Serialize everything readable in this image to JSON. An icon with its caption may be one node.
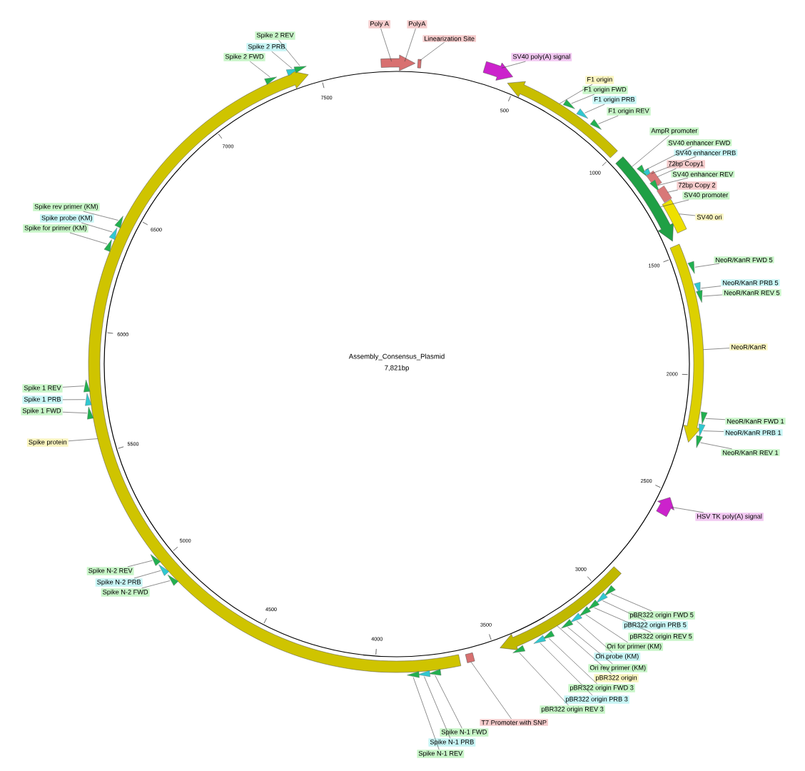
{
  "diagram": {
    "nodes": [
      {
        "text": [
          "Poly A"
        ]
      },
      {
        "text": [
          "PolyA"
        ]
      },
      {
        "text": [
          "Linearization Site"
        ]
      },
      {
        "text": [
          "SV40 poly(A) signal"
        ]
      },
      {
        "text": [
          "F1 origin"
        ]
      },
      {
        "text": [
          "F1 origin FWD"
        ]
      },
      {
        "text": [
          "F1 origin PRB"
        ]
      },
      {
        "text": [
          "F1 origin REV"
        ]
      },
      {
        "text": [
          "AmpR promoter"
        ]
      },
      {
        "text": [
          "SV40 enhancer FWD"
        ]
      },
      {
        "text": [
          "SV40 enhancer PRB"
        ]
      },
      {
        "text": [
          "72bp Copy1"
        ]
      },
      {
        "text": [
          "SV40 enhancer REV"
        ]
      },
      {
        "text": [
          "72bp Copy 2"
        ]
      },
      {
        "text": [
          "SV40 promoter"
        ]
      },
      {
        "text": [
          "SV40 ori"
        ]
      },
      {
        "text": [
          "NeoR/KanR FWD 5"
        ]
      },
      {
        "text": [
          "NeoR/KanR PRB 5"
        ]
      },
      {
        "text": [
          "NeoR/KanR REV 5"
        ]
      },
      {
        "text": [
          "NeoR/KanR"
        ]
      },
      {
        "text": [
          "NeoR/KanR FWD 1"
        ]
      },
      {
        "text": [
          "NeoR/KanR PRB 1"
        ]
      },
      {
        "text": [
          "NeoR/KanR REV 1"
        ]
      },
      {
        "text": [
          "HSV TK poly(A) signal"
        ]
      },
      {
        "text": [
          "pBR322 origin FWD 5"
        ]
      },
      {
        "text": [
          "pBR322 origin PRB 5"
        ]
      },
      {
        "text": [
          "pBR322 origin REV 5"
        ]
      },
      {
        "text": [
          "Ori for primer (KM)"
        ]
      },
      {
        "text": [
          "Ori probe (KM)"
        ]
      },
      {
        "text": [
          "Ori rev primer (KM)"
        ]
      },
      {
        "text": [
          "pBR322 origin"
        ]
      },
      {
        "text": [
          "pBR322 origin FWD 3"
        ]
      },
      {
        "text": [
          "pBR322 origin PRB 3"
        ]
      },
      {
        "text": [
          "pBR322 origin REV 3"
        ]
      },
      {
        "text": [
          "T7 Promoter with SNP"
        ]
      },
      {
        "text": [
          "Spike N-1 FWD"
        ]
      },
      {
        "text": [
          "Spike N-1 PRB"
        ]
      },
      {
        "text": [
          "Spike N-1 REV"
        ]
      },
      {
        "text": [
          "Spike N-2 FWD"
        ]
      },
      {
        "text": [
          "Spike N-2 PRB"
        ]
      },
      {
        "text": [
          "Spike N-2 REV"
        ]
      },
      {
        "text": [
          "Spike protein"
        ]
      },
      {
        "text": [
          "Spike 1 FWD"
        ]
      },
      {
        "text": [
          "Spike 1 PRB"
        ]
      },
      {
        "text": [
          "Spike 1 REV"
        ]
      },
      {
        "text": [
          "Spike for primer (KM)"
        ]
      },
      {
        "text": [
          "Spike probe (KM)"
        ]
      },
      {
        "text": [
          "Spike rev primer (KM)"
        ]
      },
      {
        "text": [
          "Spike 2 FWD"
        ]
      },
      {
        "text": [
          "Spike 2 PRB"
        ]
      },
      {
        "text": [
          "Spike 2 REV"
        ]
      },
      {
        "text": [],
        "shape": "arrow"
      },
      {
        "text": [],
        "shape": "box"
      },
      {
        "text": [],
        "shape": "arrow"
      },
      {
        "text": [],
        "shape": "arrow"
      },
      {
        "text": [],
        "shape": "arrow"
      },
      {
        "text": [],
        "shape": "box"
      },
      {
        "text": [],
        "shape": "arrow"
      },
      {
        "text": [],
        "shape": "arrow"
      },
      {
        "text": [],
        "shape": "arrow"
      },
      {
        "text": [],
        "shape": "box"
      },
      {
        "text": [],
        "shape": "arrow"
      },
      {
        "text": [],
        "shape": "triangle"
      },
      {
        "text": [],
        "shape": "triangle"
      },
      {
        "text": [],
        "shape": "triangle"
      },
      {
        "text": [],
        "shape": "triangle"
      },
      {
        "text": [],
        "shape": "triangle"
      },
      {
        "text": [],
        "shape": "box"
      },
      {
        "text": [],
        "shape": "triangle"
      },
      {
        "text": [],
        "shape": "box"
      },
      {
        "text": [],
        "shape": "triangle"
      },
      {
        "text": [],
        "shape": "triangle"
      },
      {
        "text": [],
        "shape": "triangle"
      },
      {
        "text": [],
        "shape": "triangle"
      },
      {
        "text": [],
        "shape": "triangle"
      },
      {
        "text": [],
        "shape": "triangle"
      },
      {
        "text": [],
        "shape": "triangle"
      },
      {
        "text": [],
        "shape": "triangle"
      },
      {
        "text": [],
        "shape": "triangle"
      },
      {
        "text": [],
        "shape": "triangle"
      },
      {
        "text": [],
        "shape": "triangle"
      },
      {
        "text": [],
        "shape": "triangle"
      },
      {
        "text": [],
        "shape": "triangle"
      },
      {
        "text": [],
        "shape": "triangle"
      },
      {
        "text": [],
        "shape": "triangle"
      },
      {
        "text": [],
        "shape": "triangle"
      },
      {
        "text": [],
        "shape": "triangle"
      },
      {
        "text": [],
        "shape": "triangle"
      },
      {
        "text": [],
        "shape": "triangle"
      },
      {
        "text": [],
        "shape": "triangle"
      },
      {
        "text": [],
        "shape": "triangle"
      },
      {
        "text": [],
        "shape": "triangle"
      },
      {
        "text": [],
        "shape": "triangle"
      },
      {
        "text": [],
        "shape": "triangle"
      },
      {
        "text": [],
        "shape": "triangle"
      },
      {
        "text": [],
        "shape": "triangle"
      },
      {
        "text": [],
        "shape": "triangle"
      },
      {
        "text": [],
        "shape": "triangle"
      },
      {
        "text": [],
        "shape": "triangle"
      },
      {
        "text": [],
        "shape": "triangle"
      }
    ],
    "edges": [
      {
        "from": 0,
        "to": 51,
        "arrow": "none"
      },
      {
        "from": 1,
        "to": 51,
        "arrow": "none"
      },
      {
        "from": 2,
        "to": 52,
        "arrow": "none"
      },
      {
        "from": 3,
        "to": 53,
        "arrow": "none"
      },
      {
        "from": 4,
        "to": 54,
        "arrow": "none"
      },
      {
        "from": 5,
        "to": 62,
        "arrow": "none"
      },
      {
        "from": 6,
        "to": 63,
        "arrow": "none"
      },
      {
        "from": 7,
        "to": 64,
        "arrow": "none"
      },
      {
        "from": 8,
        "to": 55,
        "arrow": "none"
      },
      {
        "from": 9,
        "to": 65,
        "arrow": "none"
      },
      {
        "from": 10,
        "to": 66,
        "arrow": "none"
      },
      {
        "from": 11,
        "to": 67,
        "arrow": "none"
      },
      {
        "from": 12,
        "to": 68,
        "arrow": "none"
      },
      {
        "from": 13,
        "to": 69,
        "arrow": "none"
      },
      {
        "from": 14,
        "to": 55,
        "arrow": "none"
      },
      {
        "from": 15,
        "to": 56,
        "arrow": "none"
      },
      {
        "from": 16,
        "to": 70,
        "arrow": "none"
      },
      {
        "from": 17,
        "to": 71,
        "arrow": "none"
      },
      {
        "from": 18,
        "to": 72,
        "arrow": "none"
      },
      {
        "from": 19,
        "to": 57,
        "arrow": "none"
      },
      {
        "from": 20,
        "to": 73,
        "arrow": "none"
      },
      {
        "from": 21,
        "to": 74,
        "arrow": "none"
      },
      {
        "from": 22,
        "to": 75,
        "arrow": "none"
      },
      {
        "from": 23,
        "to": 58,
        "arrow": "none"
      },
      {
        "from": 24,
        "to": 76,
        "arrow": "none"
      },
      {
        "from": 25,
        "to": 77,
        "arrow": "none"
      },
      {
        "from": 26,
        "to": 78,
        "arrow": "none"
      },
      {
        "from": 27,
        "to": 79,
        "arrow": "none"
      },
      {
        "from": 28,
        "to": 80,
        "arrow": "none"
      },
      {
        "from": 29,
        "to": 81,
        "arrow": "none"
      },
      {
        "from": 30,
        "to": 59,
        "arrow": "none"
      },
      {
        "from": 31,
        "to": 82,
        "arrow": "none"
      },
      {
        "from": 32,
        "to": 83,
        "arrow": "none"
      },
      {
        "from": 33,
        "to": 84,
        "arrow": "none"
      },
      {
        "from": 34,
        "to": 60,
        "arrow": "none"
      },
      {
        "from": 35,
        "to": 85,
        "arrow": "none"
      },
      {
        "from": 36,
        "to": 86,
        "arrow": "none"
      },
      {
        "from": 37,
        "to": 87,
        "arrow": "none"
      },
      {
        "from": 38,
        "to": 88,
        "arrow": "none"
      },
      {
        "from": 39,
        "to": 89,
        "arrow": "none"
      },
      {
        "from": 40,
        "to": 90,
        "arrow": "none"
      },
      {
        "from": 41,
        "to": 61,
        "arrow": "none"
      },
      {
        "from": 42,
        "to": 91,
        "arrow": "none"
      },
      {
        "from": 43,
        "to": 92,
        "arrow": "none"
      },
      {
        "from": 44,
        "to": 93,
        "arrow": "none"
      },
      {
        "from": 45,
        "to": 94,
        "arrow": "none"
      },
      {
        "from": 46,
        "to": 95,
        "arrow": "none"
      },
      {
        "from": 47,
        "to": 96,
        "arrow": "none"
      },
      {
        "from": 48,
        "to": 97,
        "arrow": "none"
      },
      {
        "from": 49,
        "to": 98,
        "arrow": "none"
      },
      {
        "from": 50,
        "to": 99,
        "arrow": "none"
      }
    ],
    "labels": [
      "Assembly_Consensus_Plasmid",
      "7,821bp",
      "500",
      "1000",
      "1500",
      "2000",
      "2500",
      "3000",
      "3500",
      "4000",
      "4500",
      "5000",
      "5500",
      "6000",
      "6500",
      "7000",
      "7500"
    ]
  }
}
